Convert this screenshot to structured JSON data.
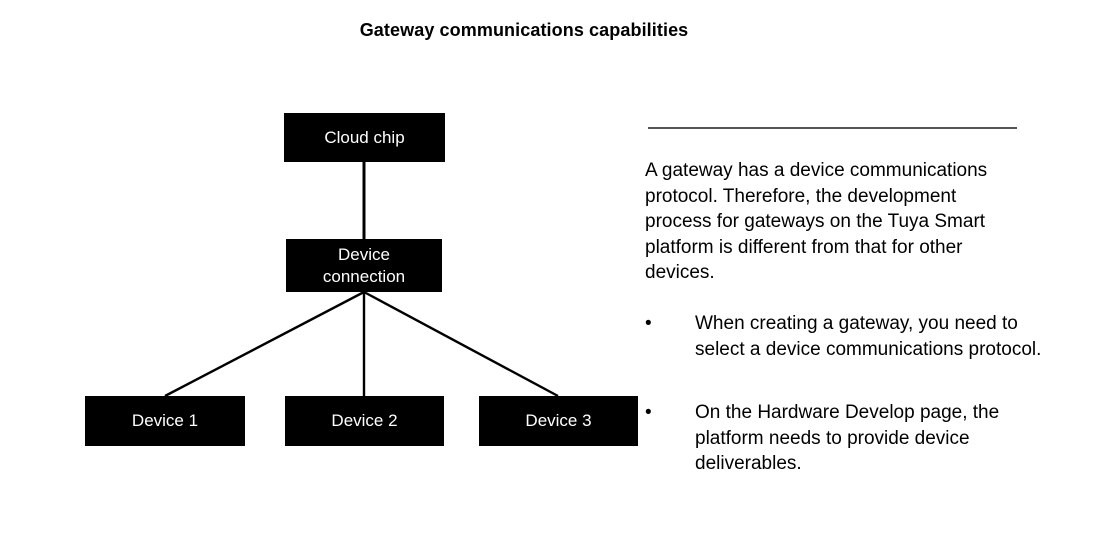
{
  "page": {
    "title": "Gateway communications capabilities"
  },
  "diagram": {
    "nodes": [
      {
        "id": "cloud-chip",
        "label": "Cloud chip"
      },
      {
        "id": "device-connection",
        "label_line1": "Device",
        "label_line2": "connection"
      },
      {
        "id": "device-1",
        "label": "Device 1"
      },
      {
        "id": "device-2",
        "label": "Device 2"
      },
      {
        "id": "device-3",
        "label": "Device 3"
      }
    ],
    "colors": {
      "node_fill": "#000000",
      "node_text": "#ffffff",
      "connector": "#000000"
    }
  },
  "info_panel": {
    "rule_color": "#555555",
    "paragraph": "A gateway has a device communications protocol. Therefore, the development process for gateways on the Tuya Smart platform is different from that for other devices.",
    "bullets": [
      {
        "marker": "•",
        "text": "When creating a gateway, you need to select a device communications protocol."
      },
      {
        "marker": "•",
        "text": "On the Hardware Develop page, the platform needs to provide device deliverables."
      }
    ]
  }
}
